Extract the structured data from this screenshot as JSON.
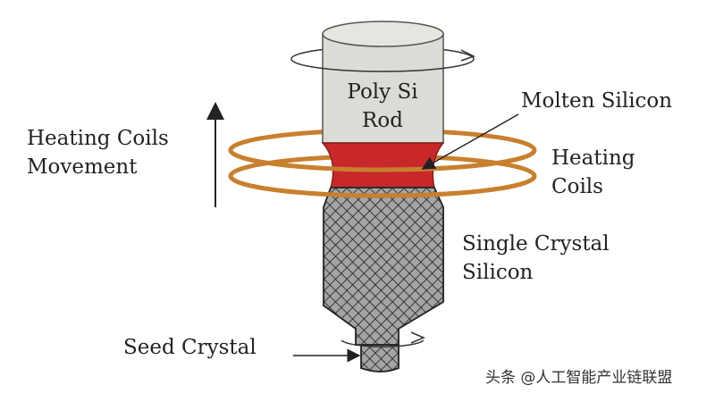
{
  "labels": {
    "poly_rod_line1": "Poly Si",
    "poly_rod_line2": "Rod",
    "molten_silicon": "Molten Silicon",
    "heating_coils_line1": "Heating",
    "heating_coils_line2": "Coils",
    "movement_line1": "Heating Coils",
    "movement_line2": "Movement",
    "single_crystal_line1": "Single Crystal",
    "single_crystal_line2": "Silicon",
    "seed_crystal": "Seed Crystal"
  },
  "watermark": "头条 @人工智能产业链联盟",
  "colors": {
    "rod_fill": "#dcdcd6",
    "molten": "#c8282a",
    "coil": "#c8802e",
    "crystal_fill": "#9a9a9a",
    "crystal_hatch": "#222222",
    "text": "#222222"
  }
}
